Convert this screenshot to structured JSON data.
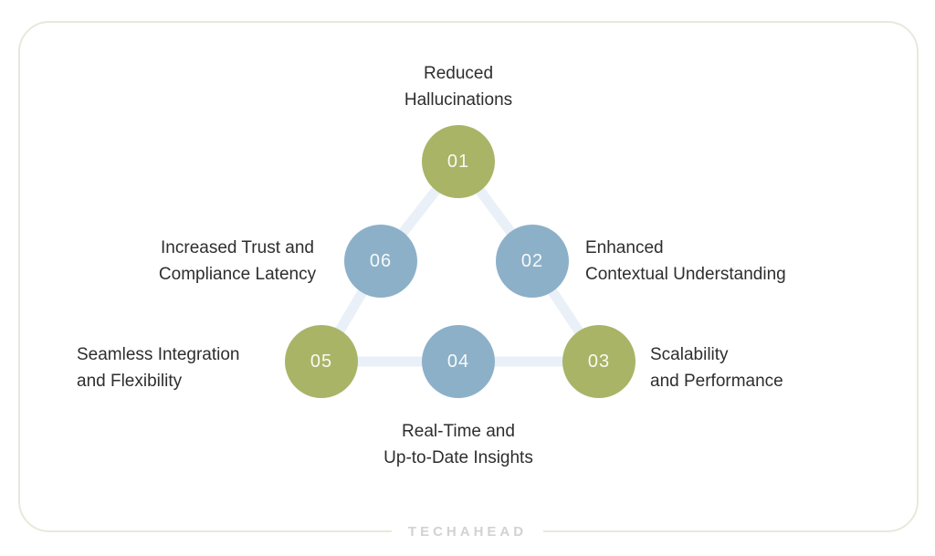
{
  "items": [
    {
      "number": "01",
      "line1": "Reduced",
      "line2": "Hallucinations",
      "color": "green"
    },
    {
      "number": "02",
      "line1": "Enhanced",
      "line2": "Contextual Understanding",
      "color": "blue"
    },
    {
      "number": "03",
      "line1": "Scalability",
      "line2": "and Performance",
      "color": "green"
    },
    {
      "number": "04",
      "line1": "Real-Time and",
      "line2": "Up-to-Date Insights",
      "color": "blue"
    },
    {
      "number": "05",
      "line1": "Seamless Integration",
      "line2": "and Flexibility",
      "color": "green"
    },
    {
      "number": "06",
      "line1": "Increased Trust and",
      "line2": "Compliance Latency",
      "color": "blue"
    }
  ],
  "footer": {
    "brand": "TECHAHEAD"
  },
  "colors": {
    "green": "#a9b467",
    "blue": "#8cb0c8",
    "connector": "#e9f0f8",
    "text": "#2e2e2e",
    "frame_border": "#e9e8db",
    "brand_gray": "#d2d2d2"
  }
}
